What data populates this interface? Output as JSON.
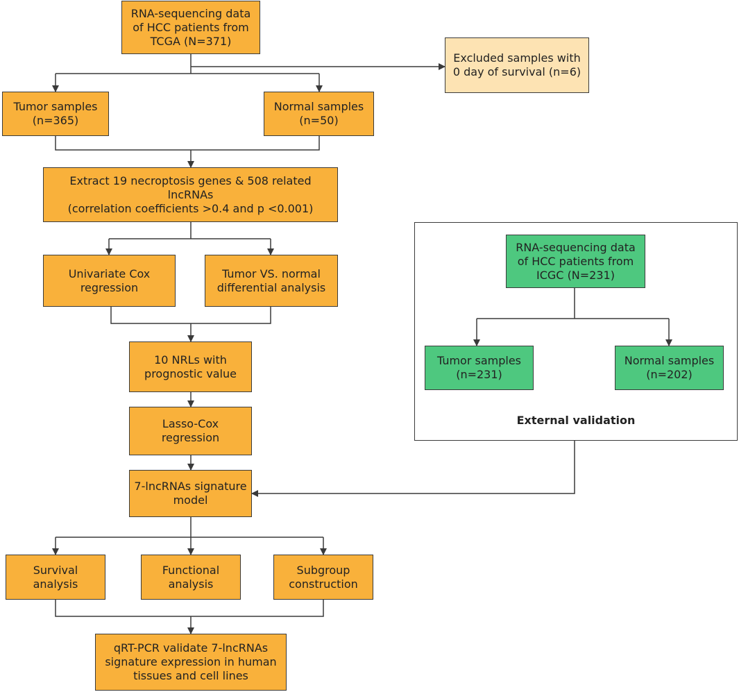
{
  "main_flow": {
    "tcga": "RNA-sequencing data\nof HCC patients from\nTCGA (N=371)",
    "excluded": "Excluded samples with\n0 day of survival (n=6)",
    "tumor": "Tumor samples\n(n=365)",
    "normal": "Normal samples\n(n=50)",
    "extract": "Extract 19 necroptosis genes & 508 related lncRNAs\n(correlation coefficients >0.4 and p <0.001)",
    "univariate": "Univariate Cox\nregression",
    "differential": "Tumor VS. normal\ndifferential analysis",
    "nrls": "10 NRLs with\nprognostic value",
    "lasso": "Lasso-Cox\nregression",
    "signature": "7-lncRNAs signature\nmodel",
    "survival": "Survival\nanalysis",
    "functional": "Functional\nanalysis",
    "subgroup": "Subgroup\nconstruction",
    "qrt": "qRT-PCR validate 7-lncRNAs\nsignature expression in human\ntissues and cell lines"
  },
  "external": {
    "label": "External validation",
    "icgc": "RNA-sequencing data\nof HCC patients from\nICGC (N=231)",
    "tumor": "Tumor samples\n(n=231)",
    "normal": "Normal samples\n(n=202)"
  },
  "colors": {
    "main_box": "#f9b13b",
    "excluded_box": "#fde3b3",
    "validation_box": "#4ec87f",
    "line": "#3a3a3a"
  }
}
